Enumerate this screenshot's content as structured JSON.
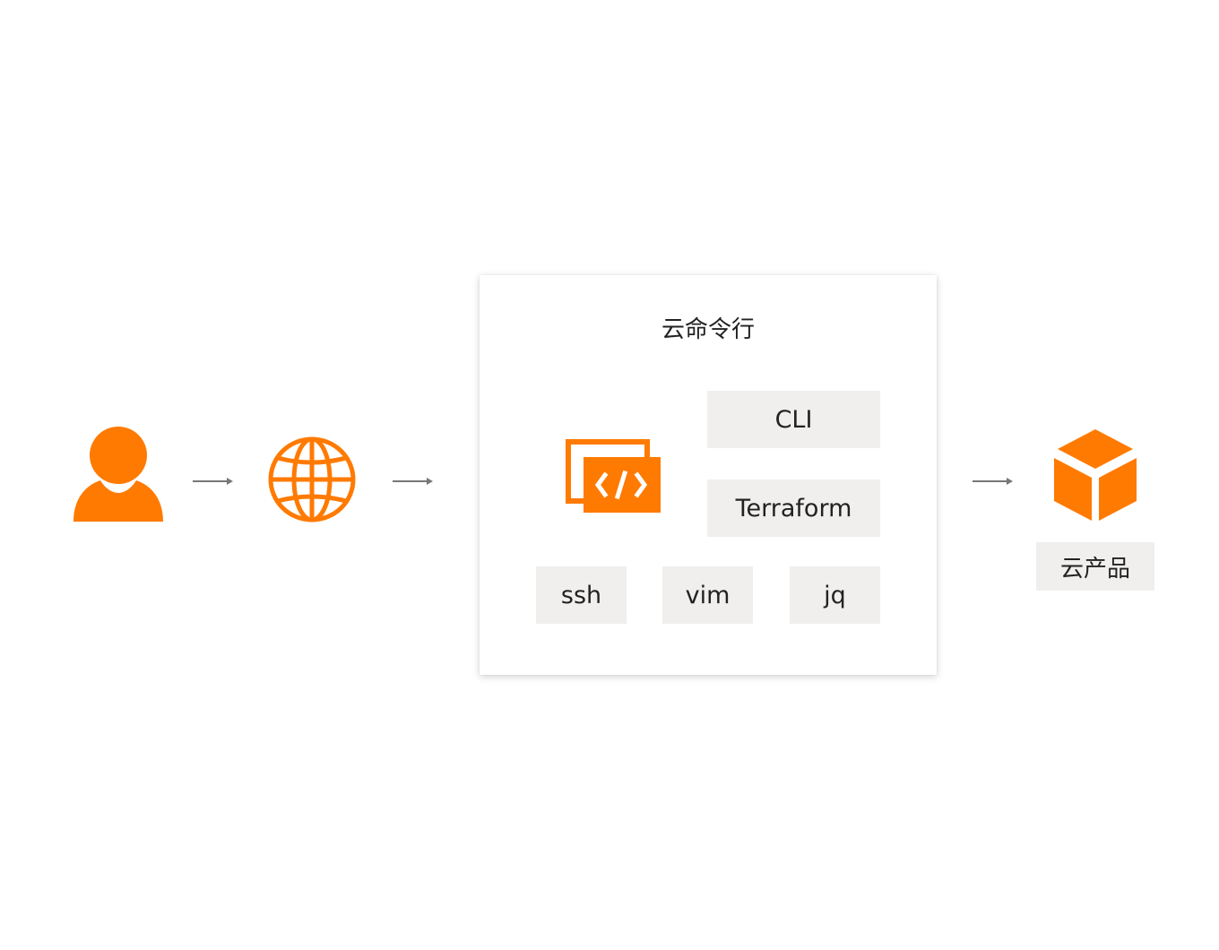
{
  "colors": {
    "accent": "#ff7a00",
    "tile_bg": "#f0efee",
    "arrow": "#777777",
    "text": "#222222"
  },
  "nodes": {
    "user": {
      "icon": "user-icon"
    },
    "internet": {
      "icon": "globe-icon"
    },
    "cloud_shell": {
      "title": "云命令行",
      "icon": "code-window-icon",
      "tools": {
        "cli": "CLI",
        "terraform": "Terraform",
        "ssh": "ssh",
        "vim": "vim",
        "jq": "jq"
      }
    },
    "cloud_products": {
      "icon": "cube-icon",
      "label": "云产品"
    }
  },
  "edges": [
    {
      "from": "user",
      "to": "internet"
    },
    {
      "from": "internet",
      "to": "cloud_shell"
    },
    {
      "from": "cloud_shell",
      "to": "cloud_products"
    }
  ]
}
